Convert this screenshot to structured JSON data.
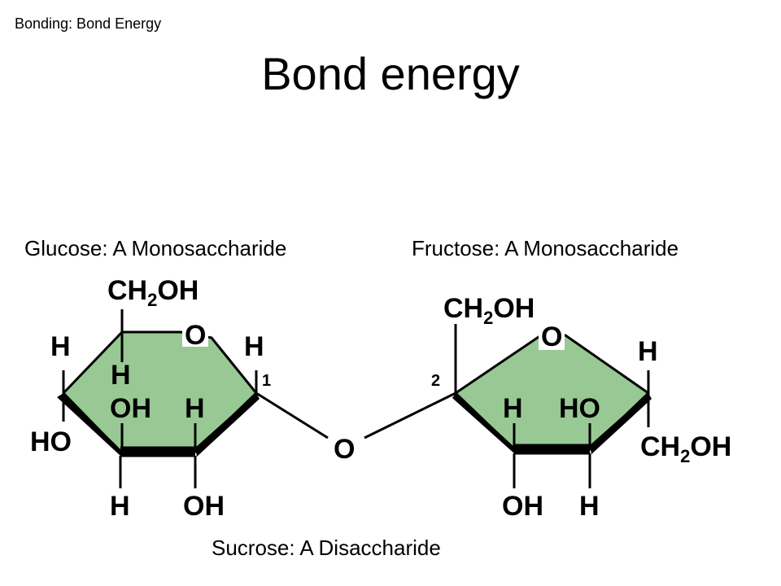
{
  "header": {
    "label": "Bonding: Bond Energy"
  },
  "title": "Bond energy",
  "captions": {
    "glucose": "Glucose: A Monosaccharide",
    "fructose": "Fructose: A Monosaccharide",
    "sucrose": "Sucrose: A Disaccharide"
  },
  "ring_fill": "#98c994",
  "atoms": {
    "glucose_ch2oh_main": "CH",
    "glucose_ch2oh_sub": "2",
    "glucose_ch2oh_tail": "OH",
    "glucose_ring_o": "O",
    "glucose_h_c5": "H",
    "glucose_h_c1": "H",
    "glucose_h_c4": "H",
    "glucose_oh_c4": "OH",
    "glucose_h_c3": "H",
    "glucose_ho_c4": "HO",
    "glucose_h_c3_bottom": "H",
    "glucose_oh_c2_bottom": "OH",
    "glucose_num_1": "1",
    "bridge_o": "O",
    "fructose_num_2": "2",
    "fructose_ch2oh_main": "CH",
    "fructose_ch2oh_sub": "2",
    "fructose_ch2oh_tail": "OH",
    "fructose_ring_o": "O",
    "fructose_h_c5": "H",
    "fructose_h_c3": "H",
    "fructose_ho_c4": "HO",
    "fructose_ch2oh2_main": "CH",
    "fructose_ch2oh2_sub": "2",
    "fructose_ch2oh2_tail": "OH",
    "fructose_oh_bottom": "OH",
    "fructose_h_bottom": "H"
  }
}
